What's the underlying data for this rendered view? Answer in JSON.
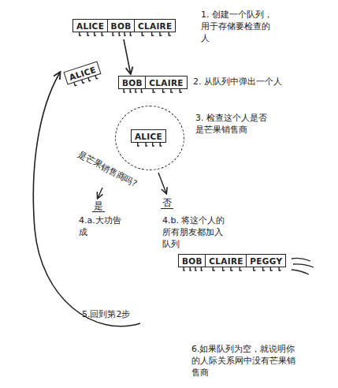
{
  "diagram": {
    "nodes": [
      {
        "text": [
          "ALICE"
        ]
      },
      {
        "text": [
          "BOB"
        ]
      },
      {
        "text": [
          "CLAIRE"
        ]
      },
      {
        "text": [
          "ALICE"
        ]
      },
      {
        "text": [
          "BOB"
        ]
      },
      {
        "text": [
          "CLAIRE"
        ]
      },
      {
        "text": [
          "是芒果销售商吗?"
        ]
      },
      {
        "text": [
          "ALICE"
        ],
        "in": 6
      },
      {
        "text": [
          "BOB"
        ]
      },
      {
        "text": [
          "CLAIRE"
        ]
      },
      {
        "text": [
          "PEGGY"
        ]
      }
    ],
    "edges": [
      {
        "from": 1,
        "to": 4,
        "arrow": "to"
      }
    ],
    "labels": [
      "1. 创建一个队列，用于存储要检查的人",
      "2. 从队列中弹出一个人",
      "3. 检查这个人是否是芒果销售商",
      "是",
      "否",
      "4.a.大功告成",
      "4.b. 将这个人的所有朋友都加入队列",
      "5.回到第2步",
      "6.如果队列为空，就说明你的人际关系网中没有芒果销售商"
    ]
  }
}
